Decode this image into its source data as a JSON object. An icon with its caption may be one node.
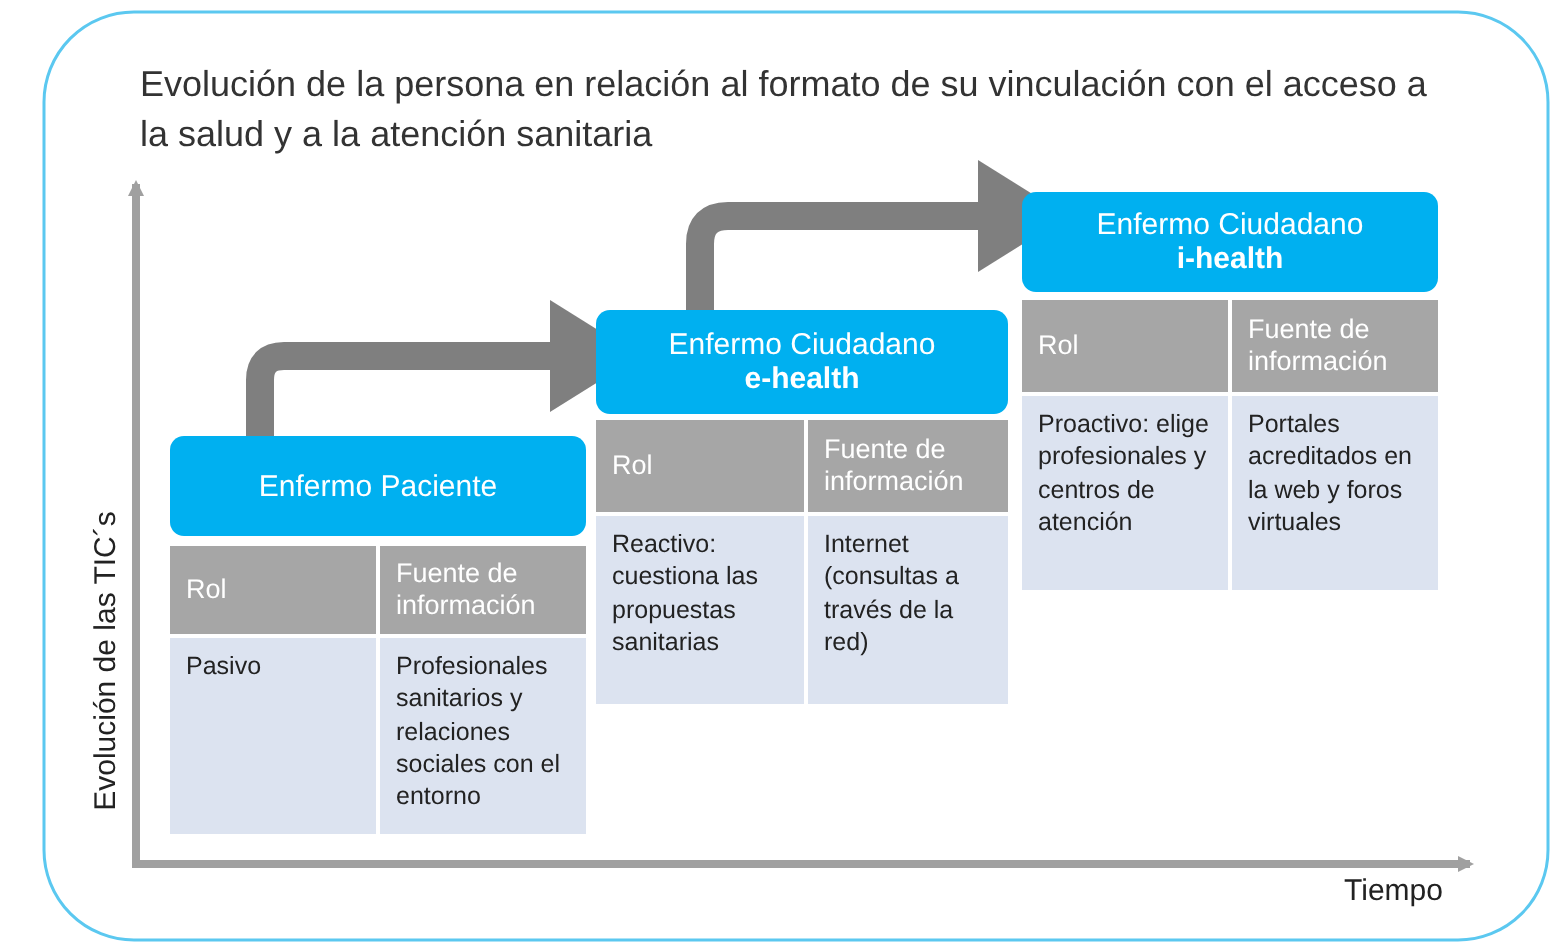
{
  "diagram": {
    "title": "Evolución de la persona en relación al formato de su vinculación con el acceso a la salud y a la atención sanitaria",
    "nodes": [
      {
        "text": [
          "Enfermo Paciente"
        ]
      },
      {
        "text": [
          "Enfermo Ciudadano",
          "e-health"
        ]
      },
      {
        "text": [
          "Enfermo Ciudadano",
          "i-health"
        ]
      }
    ],
    "edges": [
      {
        "from": 0,
        "to": 1,
        "arrow": "to"
      },
      {
        "from": 1,
        "to": 2,
        "arrow": "to"
      }
    ],
    "labels": [
      "Rol",
      "Fuente de información",
      "Pasivo",
      "Profesionales sanitarios y relaciones sociales con el entorno",
      "Rol",
      "Fuente de información",
      "Reactivo: cuestiona las propuestas sanitarias",
      "Internet (consultas a través de la red)",
      "Rol",
      "Fuente de información",
      "Proactivo: elige profesionales y centros de atención",
      "Portales acreditados en la web y foros virtuales",
      "Evolución de las TIC´s",
      "Tiempo"
    ]
  }
}
